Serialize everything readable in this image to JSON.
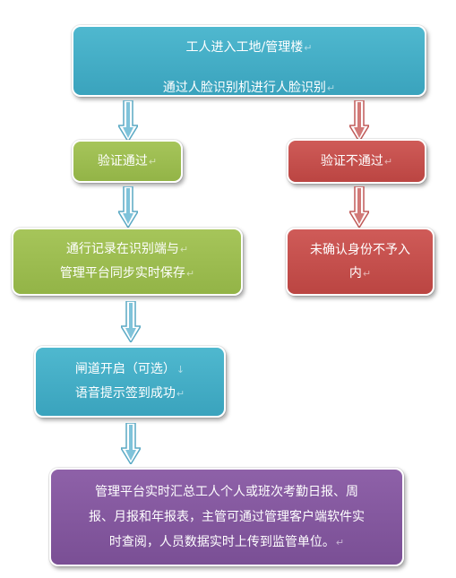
{
  "diagram": {
    "start": {
      "line1": "工人进入工地/管理楼",
      "line2": "通过人脸识别机进行人脸识别"
    },
    "pass": {
      "label": "验证通过"
    },
    "fail": {
      "label": "验证不通过"
    },
    "record": {
      "line1": "通行记录在识别端与",
      "line2": "管理平台同步实时保存"
    },
    "reject": {
      "line1": "未确认身份不予入",
      "line2": "内"
    },
    "gate": {
      "line1": "闸道开启（可选）",
      "line2": "语音提示签到成功"
    },
    "summary": {
      "line1": "管理平台实时汇总工人个人或班次考勤日报、周",
      "line2": "报、月报和年报表，主管可通过管理客户端软件实",
      "line3": "时查阅，人员数据实时上传到监管单位。"
    },
    "colors": {
      "teal": "#43acc5",
      "green": "#9bbd4f",
      "red": "#c44f4c",
      "purple": "#8358a0"
    }
  }
}
